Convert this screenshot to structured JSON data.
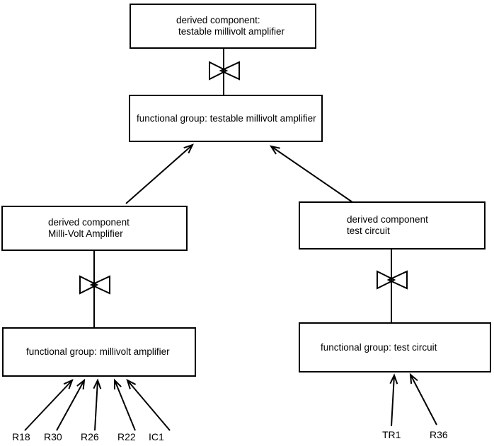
{
  "diagram": {
    "background_color": "#ffffff",
    "stroke_color": "#000000",
    "nodes": {
      "derived_testable": {
        "line1": "derived component:",
        "line2": "testable millivolt amplifier"
      },
      "functional_testable": {
        "label": "functional group: testable millivolt amplifier"
      },
      "derived_millivolt": {
        "line1": "derived component",
        "line2": "Milli-Volt Amplifier"
      },
      "derived_test": {
        "line1": "derived component",
        "line2": "test circuit"
      },
      "functional_millivolt": {
        "label": "functional group: millivolt amplifier"
      },
      "functional_test": {
        "label": "functional group: test circuit"
      }
    },
    "components_left": [
      "R18",
      "R30",
      "R26",
      "R22",
      "IC1"
    ],
    "components_right": [
      "TR1",
      "R36"
    ],
    "icons": {
      "aggregation_symbol": "bowtie-icon",
      "arrow_style": "open-barb-arrow"
    }
  }
}
